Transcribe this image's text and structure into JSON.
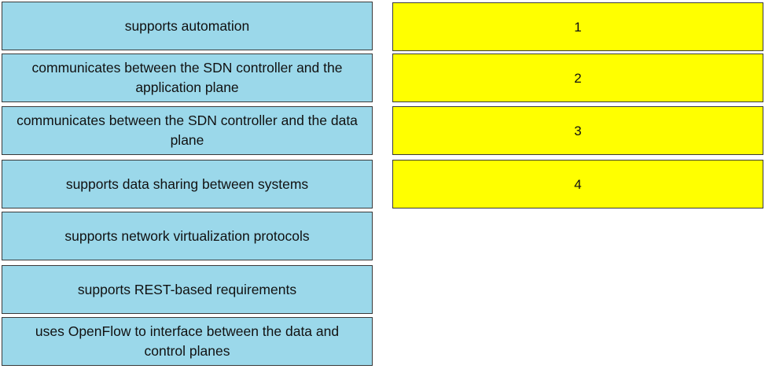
{
  "options": [
    {
      "label": "supports automation"
    },
    {
      "label": "communicates between the SDN controller and the application plane"
    },
    {
      "label": "communicates between the SDN controller and the data plane"
    },
    {
      "label": "supports data sharing between systems"
    },
    {
      "label": "supports network virtualization protocols"
    },
    {
      "label": "supports REST-based requirements"
    },
    {
      "label": "uses OpenFlow to interface between the data and control planes"
    }
  ],
  "targets": [
    {
      "label": "1"
    },
    {
      "label": "2"
    },
    {
      "label": "3"
    },
    {
      "label": "4"
    }
  ],
  "colors": {
    "option_background": "#9bd8ea",
    "target_background": "#ffff00",
    "border": "#3a3a3a"
  }
}
